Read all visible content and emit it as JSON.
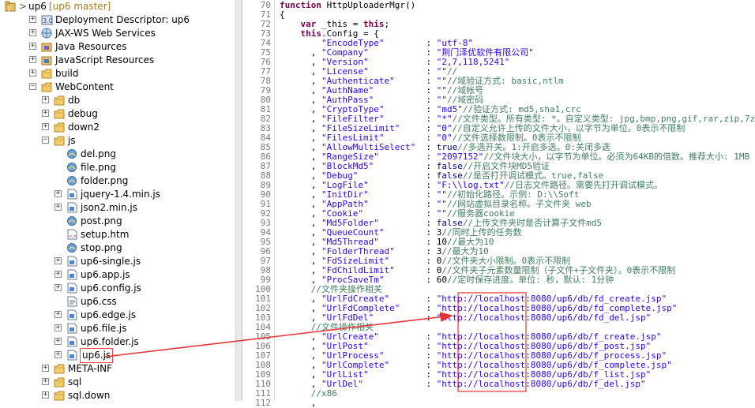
{
  "tree": {
    "items": [
      {
        "label": "up6",
        "branch": " [up6 master]",
        "depth": 0,
        "expanded": true,
        "icon": "project-icon",
        "hasExpander": false,
        "gt": "> "
      },
      {
        "label": "Deployment Descriptor: up6",
        "depth": 1,
        "expanded": false,
        "icon": "deployment-descriptor-icon",
        "hasExpander": true
      },
      {
        "label": "JAX-WS Web Services",
        "depth": 1,
        "expanded": false,
        "icon": "web-services-icon",
        "hasExpander": true
      },
      {
        "label": "Java Resources",
        "depth": 1,
        "expanded": false,
        "icon": "java-resources-icon",
        "hasExpander": true
      },
      {
        "label": "JavaScript Resources",
        "depth": 1,
        "expanded": false,
        "icon": "javascript-resources-icon",
        "hasExpander": true
      },
      {
        "label": "build",
        "depth": 1,
        "expanded": false,
        "icon": "folder-icon",
        "hasExpander": true
      },
      {
        "label": "WebContent",
        "depth": 1,
        "expanded": true,
        "icon": "folder-icon",
        "hasExpander": true
      },
      {
        "label": "db",
        "depth": 2,
        "expanded": false,
        "icon": "folder-icon",
        "hasExpander": true
      },
      {
        "label": "debug",
        "depth": 2,
        "expanded": false,
        "icon": "folder-icon",
        "hasExpander": true
      },
      {
        "label": "down2",
        "depth": 2,
        "expanded": false,
        "icon": "folder-icon",
        "hasExpander": true
      },
      {
        "label": "js",
        "depth": 2,
        "expanded": true,
        "icon": "folder-icon",
        "hasExpander": true
      },
      {
        "label": "del.png",
        "depth": 3,
        "icon": "image-file-icon",
        "hasExpander": false
      },
      {
        "label": "file.png",
        "depth": 3,
        "icon": "image-file-icon",
        "hasExpander": false
      },
      {
        "label": "folder.png",
        "depth": 3,
        "icon": "image-file-icon",
        "hasExpander": false
      },
      {
        "label": "jquery-1.4.min.js",
        "depth": 3,
        "expanded": false,
        "icon": "js-file-icon",
        "hasExpander": true
      },
      {
        "label": "json2.min.js",
        "depth": 3,
        "expanded": false,
        "icon": "js-file-icon",
        "hasExpander": true
      },
      {
        "label": "post.png",
        "depth": 3,
        "icon": "image-file-icon",
        "hasExpander": false
      },
      {
        "label": "setup.htm",
        "depth": 3,
        "icon": "html-file-icon",
        "hasExpander": false
      },
      {
        "label": "stop.png",
        "depth": 3,
        "icon": "image-file-icon",
        "hasExpander": false
      },
      {
        "label": "up6-single.js",
        "depth": 3,
        "expanded": false,
        "icon": "js-file-icon",
        "hasExpander": true
      },
      {
        "label": "up6.app.js",
        "depth": 3,
        "expanded": false,
        "icon": "js-file-icon",
        "hasExpander": true
      },
      {
        "label": "up6.config.js",
        "depth": 3,
        "expanded": false,
        "icon": "js-file-icon",
        "hasExpander": true
      },
      {
        "label": "up6.css",
        "depth": 3,
        "icon": "css-file-icon",
        "hasExpander": false
      },
      {
        "label": "up6.edge.js",
        "depth": 3,
        "expanded": false,
        "icon": "js-file-icon",
        "hasExpander": true
      },
      {
        "label": "up6.file.js",
        "depth": 3,
        "expanded": false,
        "icon": "js-file-icon",
        "hasExpander": true
      },
      {
        "label": "up6.folder.js",
        "depth": 3,
        "expanded": false,
        "icon": "js-file-icon",
        "hasExpander": true
      },
      {
        "label": "up6.js",
        "depth": 3,
        "expanded": false,
        "icon": "js-file-icon",
        "hasExpander": true,
        "selected": true
      },
      {
        "label": "META-INF",
        "depth": 2,
        "expanded": false,
        "icon": "folder-icon",
        "hasExpander": true
      },
      {
        "label": "sql",
        "depth": 2,
        "expanded": false,
        "icon": "folder-icon",
        "hasExpander": true
      },
      {
        "label": "sql.down",
        "depth": 2,
        "expanded": false,
        "icon": "folder-icon",
        "hasExpander": true
      }
    ]
  },
  "editor": {
    "first_line": 70,
    "lines": [
      [
        [
          "kw",
          "function"
        ],
        [
          "t",
          " HttpUploaderMgr()"
        ]
      ],
      [
        [
          "t",
          "{"
        ]
      ],
      [
        [
          "t",
          "    "
        ],
        [
          "kw",
          "var"
        ],
        [
          "t",
          " _this = "
        ],
        [
          "kw",
          "this"
        ],
        [
          "t",
          ";"
        ]
      ],
      [
        [
          "t",
          "    "
        ],
        [
          "kw",
          "this"
        ],
        [
          "t",
          ".Config = {"
        ]
      ],
      [
        [
          "t",
          "        "
        ],
        [
          "str",
          "\"EncodeType\""
        ],
        [
          "t",
          "        : "
        ],
        [
          "str",
          "\"utf-8\""
        ]
      ],
      [
        [
          "t",
          "      , "
        ],
        [
          "str",
          "\"Company\""
        ],
        [
          "t",
          "           : "
        ],
        [
          "str",
          "\"荆门泽优软件有限公司\""
        ]
      ],
      [
        [
          "t",
          "      , "
        ],
        [
          "str",
          "\"Version\""
        ],
        [
          "t",
          "           : "
        ],
        [
          "str",
          "\"2,7,118,5241\""
        ]
      ],
      [
        [
          "t",
          "      , "
        ],
        [
          "str",
          "\"License\""
        ],
        [
          "t",
          "           : "
        ],
        [
          "str",
          "\"\""
        ],
        [
          "cm",
          "//"
        ]
      ],
      [
        [
          "t",
          "      , "
        ],
        [
          "str",
          "\"Authenticate\""
        ],
        [
          "t",
          "      : "
        ],
        [
          "str",
          "\"\""
        ],
        [
          "cm",
          "//域验证方式: basic,ntlm"
        ]
      ],
      [
        [
          "t",
          "      , "
        ],
        [
          "str",
          "\"AuthName\""
        ],
        [
          "t",
          "          : "
        ],
        [
          "str",
          "\"\""
        ],
        [
          "cm",
          "//域帐号"
        ]
      ],
      [
        [
          "t",
          "      , "
        ],
        [
          "str",
          "\"AuthPass\""
        ],
        [
          "t",
          "          : "
        ],
        [
          "str",
          "\"\""
        ],
        [
          "cm",
          "//域密码"
        ]
      ],
      [
        [
          "t",
          "      , "
        ],
        [
          "str",
          "\"CryptoType\""
        ],
        [
          "t",
          "        : "
        ],
        [
          "str",
          "\"md5\""
        ],
        [
          "cm",
          "//验证方式: md5,sha1,crc"
        ]
      ],
      [
        [
          "t",
          "      , "
        ],
        [
          "str",
          "\"FileFilter\""
        ],
        [
          "t",
          "        : "
        ],
        [
          "str",
          "\"*\""
        ],
        [
          "cm",
          "//文件类型。所有类型: *。自定义类型: jpg,bmp,png,gif,rar,zip,7z"
        ]
      ],
      [
        [
          "t",
          "      , "
        ],
        [
          "str",
          "\"FileSizeLimit\""
        ],
        [
          "t",
          "     : "
        ],
        [
          "str",
          "\"0\""
        ],
        [
          "cm",
          "//自定义允许上传的文件大小，以字节为单位。0表示不限制"
        ]
      ],
      [
        [
          "t",
          "      , "
        ],
        [
          "str",
          "\"FilesLimit\""
        ],
        [
          "t",
          "        : "
        ],
        [
          "str",
          "\"0\""
        ],
        [
          "cm",
          "//文件选择数限制。0表示不限制"
        ]
      ],
      [
        [
          "t",
          "      , "
        ],
        [
          "str",
          "\"AllowMultiSelect\""
        ],
        [
          "t",
          "  : "
        ],
        [
          "kwb",
          "true"
        ],
        [
          "cm",
          "//多选开关。1:开启多选。0:关闭多选"
        ]
      ],
      [
        [
          "t",
          "      , "
        ],
        [
          "str",
          "\"RangeSize\""
        ],
        [
          "t",
          "         : "
        ],
        [
          "str",
          "\"2097152\""
        ],
        [
          "cm",
          "//文件块大小，以字节为单位。必须为64KB的倍数。推荐大小: 1MB"
        ]
      ],
      [
        [
          "t",
          "      , "
        ],
        [
          "str",
          "\"BlockMd5\""
        ],
        [
          "t",
          "          : "
        ],
        [
          "kwb",
          "false"
        ],
        [
          "cm",
          "//开启文件块MD5验证"
        ]
      ],
      [
        [
          "t",
          "      , "
        ],
        [
          "str",
          "\"Debug\""
        ],
        [
          "t",
          "             : "
        ],
        [
          "kwb",
          "false"
        ],
        [
          "cm",
          "//是否打开调试模式。true,false"
        ]
      ],
      [
        [
          "t",
          "      , "
        ],
        [
          "str",
          "\"LogFile\""
        ],
        [
          "t",
          "           : "
        ],
        [
          "str",
          "\"F:\\\\log.txt\""
        ],
        [
          "cm",
          "//日志文件路径。需要先打开调试模式。"
        ]
      ],
      [
        [
          "t",
          "      , "
        ],
        [
          "str",
          "\"InitDir\""
        ],
        [
          "t",
          "           : "
        ],
        [
          "str",
          "\"\""
        ],
        [
          "cm",
          "//初始化路径。示例: D:\\\\Soft"
        ]
      ],
      [
        [
          "t",
          "      , "
        ],
        [
          "str",
          "\"AppPath\""
        ],
        [
          "t",
          "           : "
        ],
        [
          "str",
          "\"\""
        ],
        [
          "cm",
          "//网站虚拟目录名称。子文件夹 web"
        ]
      ],
      [
        [
          "t",
          "      , "
        ],
        [
          "str",
          "\"Cookie\""
        ],
        [
          "t",
          "            : "
        ],
        [
          "str",
          "\"\""
        ],
        [
          "cm",
          "//服务器cookie"
        ]
      ],
      [
        [
          "t",
          "      , "
        ],
        [
          "str",
          "\"Md5Folder\""
        ],
        [
          "t",
          "         : "
        ],
        [
          "kwb",
          "false"
        ],
        [
          "cm",
          "//上传文件夹时是否计算子文件md5"
        ]
      ],
      [
        [
          "t",
          "      , "
        ],
        [
          "str",
          "\"QueueCount\""
        ],
        [
          "t",
          "        : "
        ],
        [
          "t",
          "3"
        ],
        [
          "cm",
          "//同时上传的任务数"
        ]
      ],
      [
        [
          "t",
          "      , "
        ],
        [
          "str",
          "\"Md5Thread\""
        ],
        [
          "t",
          "         : "
        ],
        [
          "t",
          "10"
        ],
        [
          "cm",
          "//最大为10"
        ]
      ],
      [
        [
          "t",
          "      , "
        ],
        [
          "str",
          "\"FolderThread\""
        ],
        [
          "t",
          "      : "
        ],
        [
          "t",
          "3"
        ],
        [
          "cm",
          "//最大为10"
        ]
      ],
      [
        [
          "t",
          "      , "
        ],
        [
          "str",
          "\"FdSizeLimit\""
        ],
        [
          "t",
          "       : "
        ],
        [
          "t",
          "0"
        ],
        [
          "cm",
          "//文件夹大小限制。0表示不限制"
        ]
      ],
      [
        [
          "t",
          "      , "
        ],
        [
          "str",
          "\"FdChildLimit\""
        ],
        [
          "t",
          "      : "
        ],
        [
          "t",
          "0"
        ],
        [
          "cm",
          "//文件夹子元素数量限制（子文件+子文件夹）。0表示不限制"
        ]
      ],
      [
        [
          "t",
          "      , "
        ],
        [
          "str",
          "\"ProcSaveTm\""
        ],
        [
          "t",
          "        : "
        ],
        [
          "t",
          "60"
        ],
        [
          "cm",
          "//定时保存进度。单位: 秒，默认: 1分钟"
        ]
      ],
      [
        [
          "t",
          "      "
        ],
        [
          "cm",
          "//文件夹操作相关"
        ]
      ],
      [
        [
          "t",
          "      , "
        ],
        [
          "str",
          "\"UrlFdCreate\""
        ],
        [
          "t",
          "       : "
        ],
        [
          "str",
          "\"http://localhost:8080/up6/db/fd_create.jsp\""
        ]
      ],
      [
        [
          "t",
          "      , "
        ],
        [
          "str",
          "\"UrlFdComplete\""
        ],
        [
          "t",
          "     : "
        ],
        [
          "str",
          "\"http://localhost:8080/up6/db/fd_complete.jsp\""
        ]
      ],
      [
        [
          "t",
          "      , "
        ],
        [
          "str",
          "\"UrlFdDel\""
        ],
        [
          "t",
          "          : "
        ],
        [
          "str",
          "\"http://localhost:8080/up6/db/fd_del.jsp\""
        ]
      ],
      [
        [
          "t",
          "      "
        ],
        [
          "cm",
          "//文件操作相关"
        ]
      ],
      [
        [
          "t",
          "      , "
        ],
        [
          "str",
          "\"UrlCreate\""
        ],
        [
          "t",
          "         : "
        ],
        [
          "str",
          "\"http://localhost:8080/up6/db/f_create.jsp\""
        ]
      ],
      [
        [
          "t",
          "      , "
        ],
        [
          "str",
          "\"UrlPost\""
        ],
        [
          "t",
          "           : "
        ],
        [
          "str",
          "\"http://localhost:8080/up6/db/f_post.jsp\""
        ]
      ],
      [
        [
          "t",
          "      , "
        ],
        [
          "str",
          "\"UrlProcess\""
        ],
        [
          "t",
          "        : "
        ],
        [
          "str",
          "\"http://localhost:8080/up6/db/f_process.jsp\""
        ]
      ],
      [
        [
          "t",
          "      , "
        ],
        [
          "str",
          "\"UrlComplete\""
        ],
        [
          "t",
          "       : "
        ],
        [
          "str",
          "\"http://localhost:8080/up6/db/f_complete.jsp\""
        ]
      ],
      [
        [
          "t",
          "      , "
        ],
        [
          "str",
          "\"UrlList\""
        ],
        [
          "t",
          "           : "
        ],
        [
          "str",
          "\"http://localhost:8080/up6/db/f_list.jsp\""
        ]
      ],
      [
        [
          "t",
          "      , "
        ],
        [
          "str",
          "\"UrlDel\""
        ],
        [
          "t",
          "            : "
        ],
        [
          "str",
          "\"http://localhost:8080/up6/db/f_del.jsp\""
        ]
      ],
      [
        [
          "t",
          "      "
        ],
        [
          "cm",
          "//x86"
        ]
      ],
      [
        [
          "t",
          "      , "
        ]
      ]
    ]
  },
  "colors": {
    "annotation_red": "#e83333",
    "keyword": "#7f0055",
    "string": "#2a00ff",
    "comment": "#3f7f5f",
    "branch": "#b07a1c"
  }
}
